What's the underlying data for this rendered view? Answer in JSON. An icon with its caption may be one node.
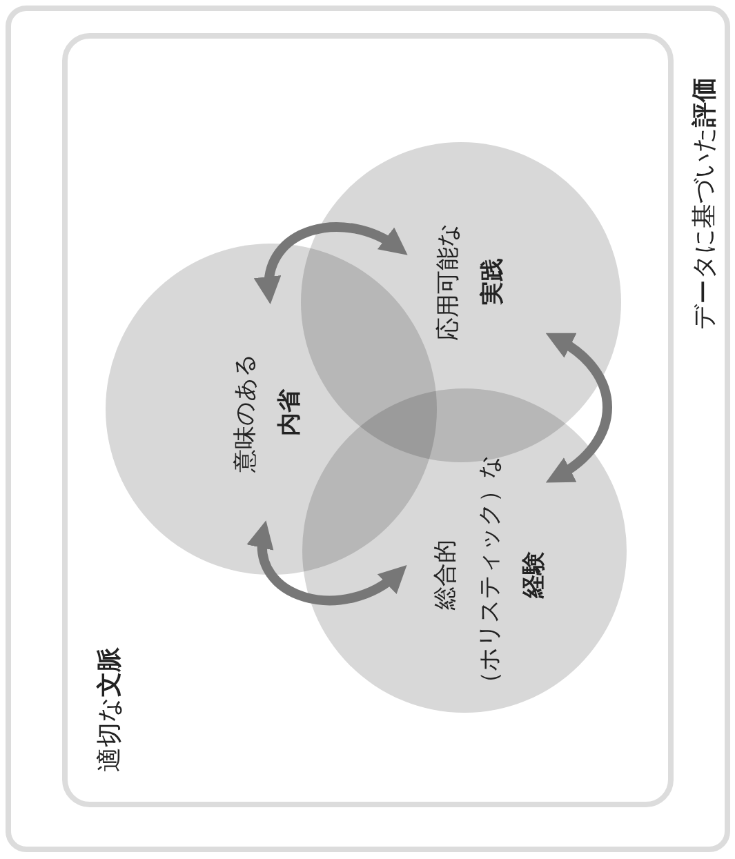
{
  "diagram": {
    "nodes": [
      {
        "text": [
          "データに基づいた**評価**"
        ]
      },
      {
        "text": [
          "適切な**文脈**"
        ],
        "in": 0
      },
      {
        "text": [
          "意味のある",
          "内省"
        ],
        "in": 1
      },
      {
        "text": [
          "応用可能な",
          "実践"
        ],
        "in": 1
      },
      {
        "text": [
          "総合的",
          "（ホリスティック）な",
          "経験"
        ],
        "in": 1
      }
    ],
    "edges": [
      {
        "from": 2,
        "to": 3,
        "arrow": "both"
      },
      {
        "from": 3,
        "to": 4,
        "arrow": "both"
      },
      {
        "from": 2,
        "to": 4,
        "arrow": "both"
      }
    ]
  }
}
